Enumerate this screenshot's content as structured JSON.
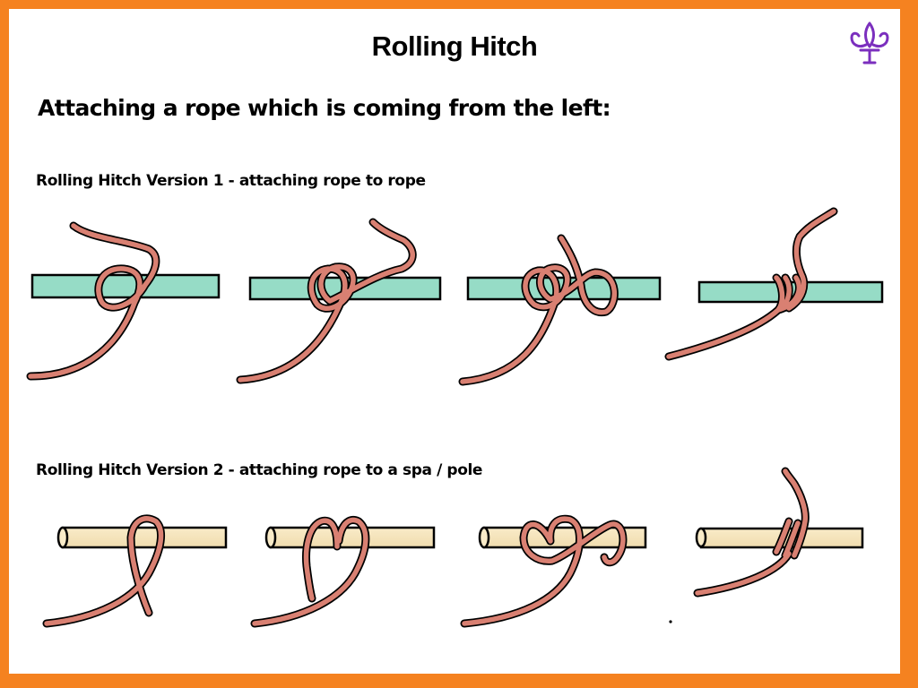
{
  "header": {
    "title": "Rolling Hitch",
    "logo_icon": "fleur-de-lis-icon",
    "logo_color": "#7b2fbe"
  },
  "subtitle": "Attaching a rope which is coming from the left:",
  "sections": [
    {
      "title": "Rolling Hitch Version 1 - attaching rope to rope",
      "steps": 4
    },
    {
      "title": "Rolling Hitch Version 2 - attaching rope to a spa / pole",
      "steps": 4
    }
  ],
  "colors": {
    "border": "#f58220",
    "rope": "#d98072",
    "rope_to_rope_strip": "#96dcc6",
    "pole": "#f9ebc8"
  }
}
